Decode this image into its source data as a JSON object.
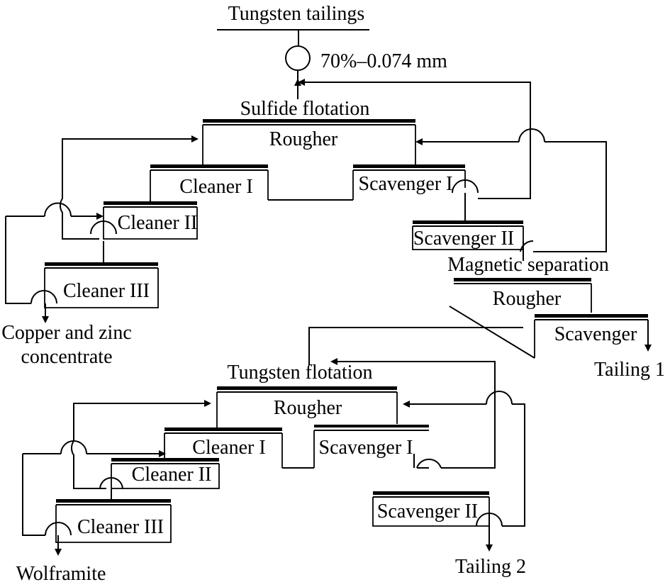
{
  "feed": {
    "label": "Tungsten tailings",
    "grind": "70%–0.074 mm"
  },
  "sulfide": {
    "title": "Sulfide flotation",
    "rougher": "Rougher",
    "cleaner1": "Cleaner I",
    "cleaner2": "Cleaner II",
    "cleaner3": "Cleaner III",
    "scavenger1": "Scavenger I",
    "scavenger2": "Scavenger II",
    "concentrate_line1": "Copper and zinc",
    "concentrate_line2": "concentrate"
  },
  "magnetic": {
    "title": "Magnetic separation",
    "rougher": "Rougher",
    "scavenger": "Scavenger",
    "tailing": "Tailing 1"
  },
  "tungsten": {
    "title": "Tungsten flotation",
    "rougher": "Rougher",
    "cleaner1": "Cleaner I",
    "cleaner2": "Cleaner II",
    "cleaner3": "Cleaner III",
    "scavenger1": "Scavenger I",
    "scavenger2": "Scavenger II",
    "concentrate": "Wolframite",
    "tailing": "Tailing 2"
  }
}
